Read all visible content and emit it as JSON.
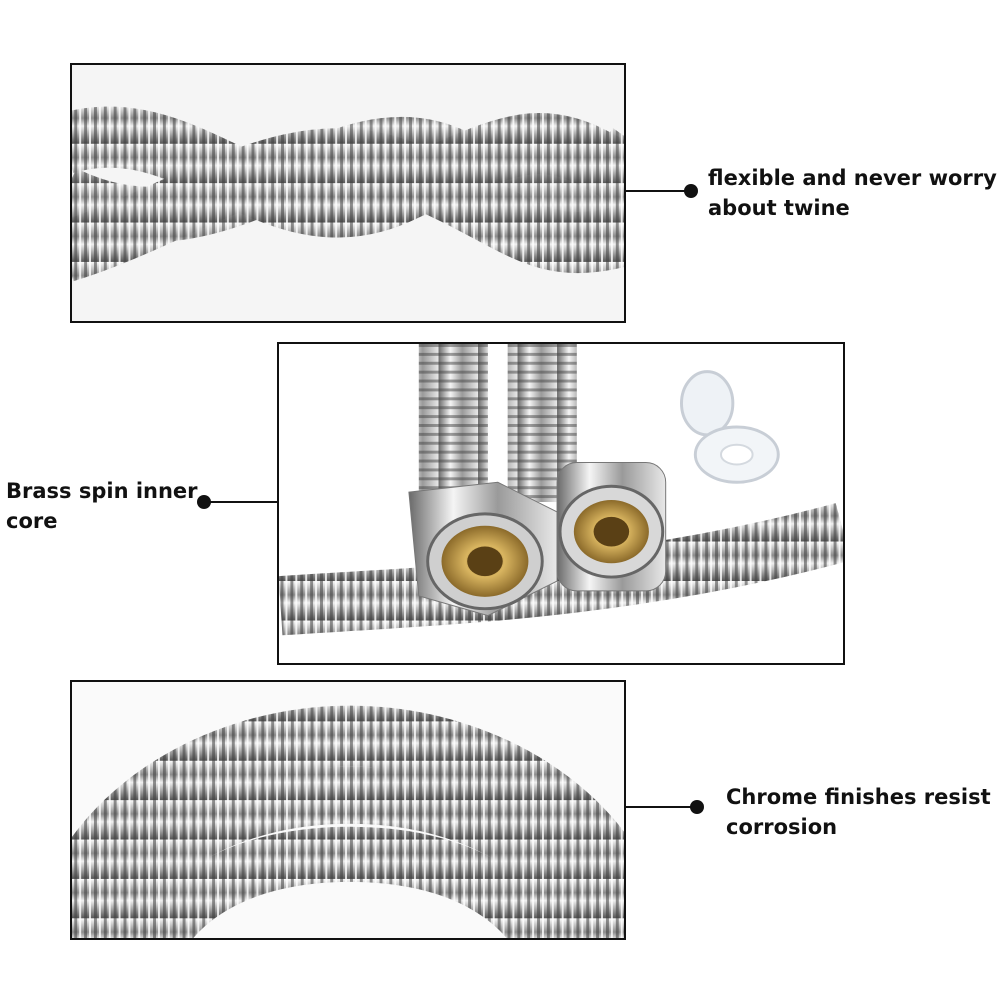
{
  "features": [
    {
      "label_lines": [
        "flexible and never worry",
        "about twine"
      ],
      "image": "twisted-chrome-hose-photo"
    },
    {
      "label_lines": [
        "Brass spin inner",
        "core"
      ],
      "image": "hose-brass-nut-fittings-photo"
    },
    {
      "label_lines": [
        "Chrome finishes resist",
        "corrosion"
      ],
      "image": "coiled-chrome-hose-photo"
    }
  ],
  "colors": {
    "chrome_light": "#f2f2f2",
    "chrome_dark": "#5a5a5a",
    "brass": "#c9a24a",
    "frame": "#111111"
  }
}
